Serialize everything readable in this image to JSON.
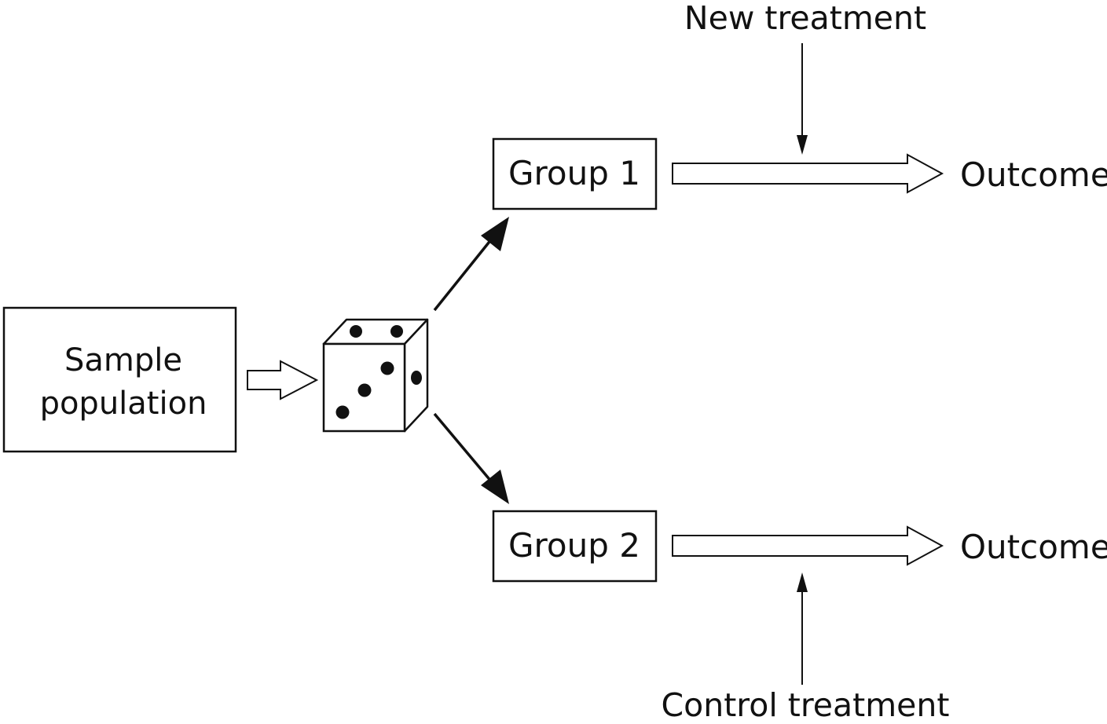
{
  "diagram": {
    "sample_line1": "Sample",
    "sample_line2": "population",
    "group1": "Group 1",
    "group2": "Group 2",
    "outcome1": "Outcome",
    "outcome2": "Outcome",
    "new_treatment": "New treatment",
    "control_treatment": "Control treatment"
  },
  "colors": {
    "ink": "#111111",
    "background": "#ffffff"
  },
  "icons": {
    "randomizer": "dice-icon"
  }
}
